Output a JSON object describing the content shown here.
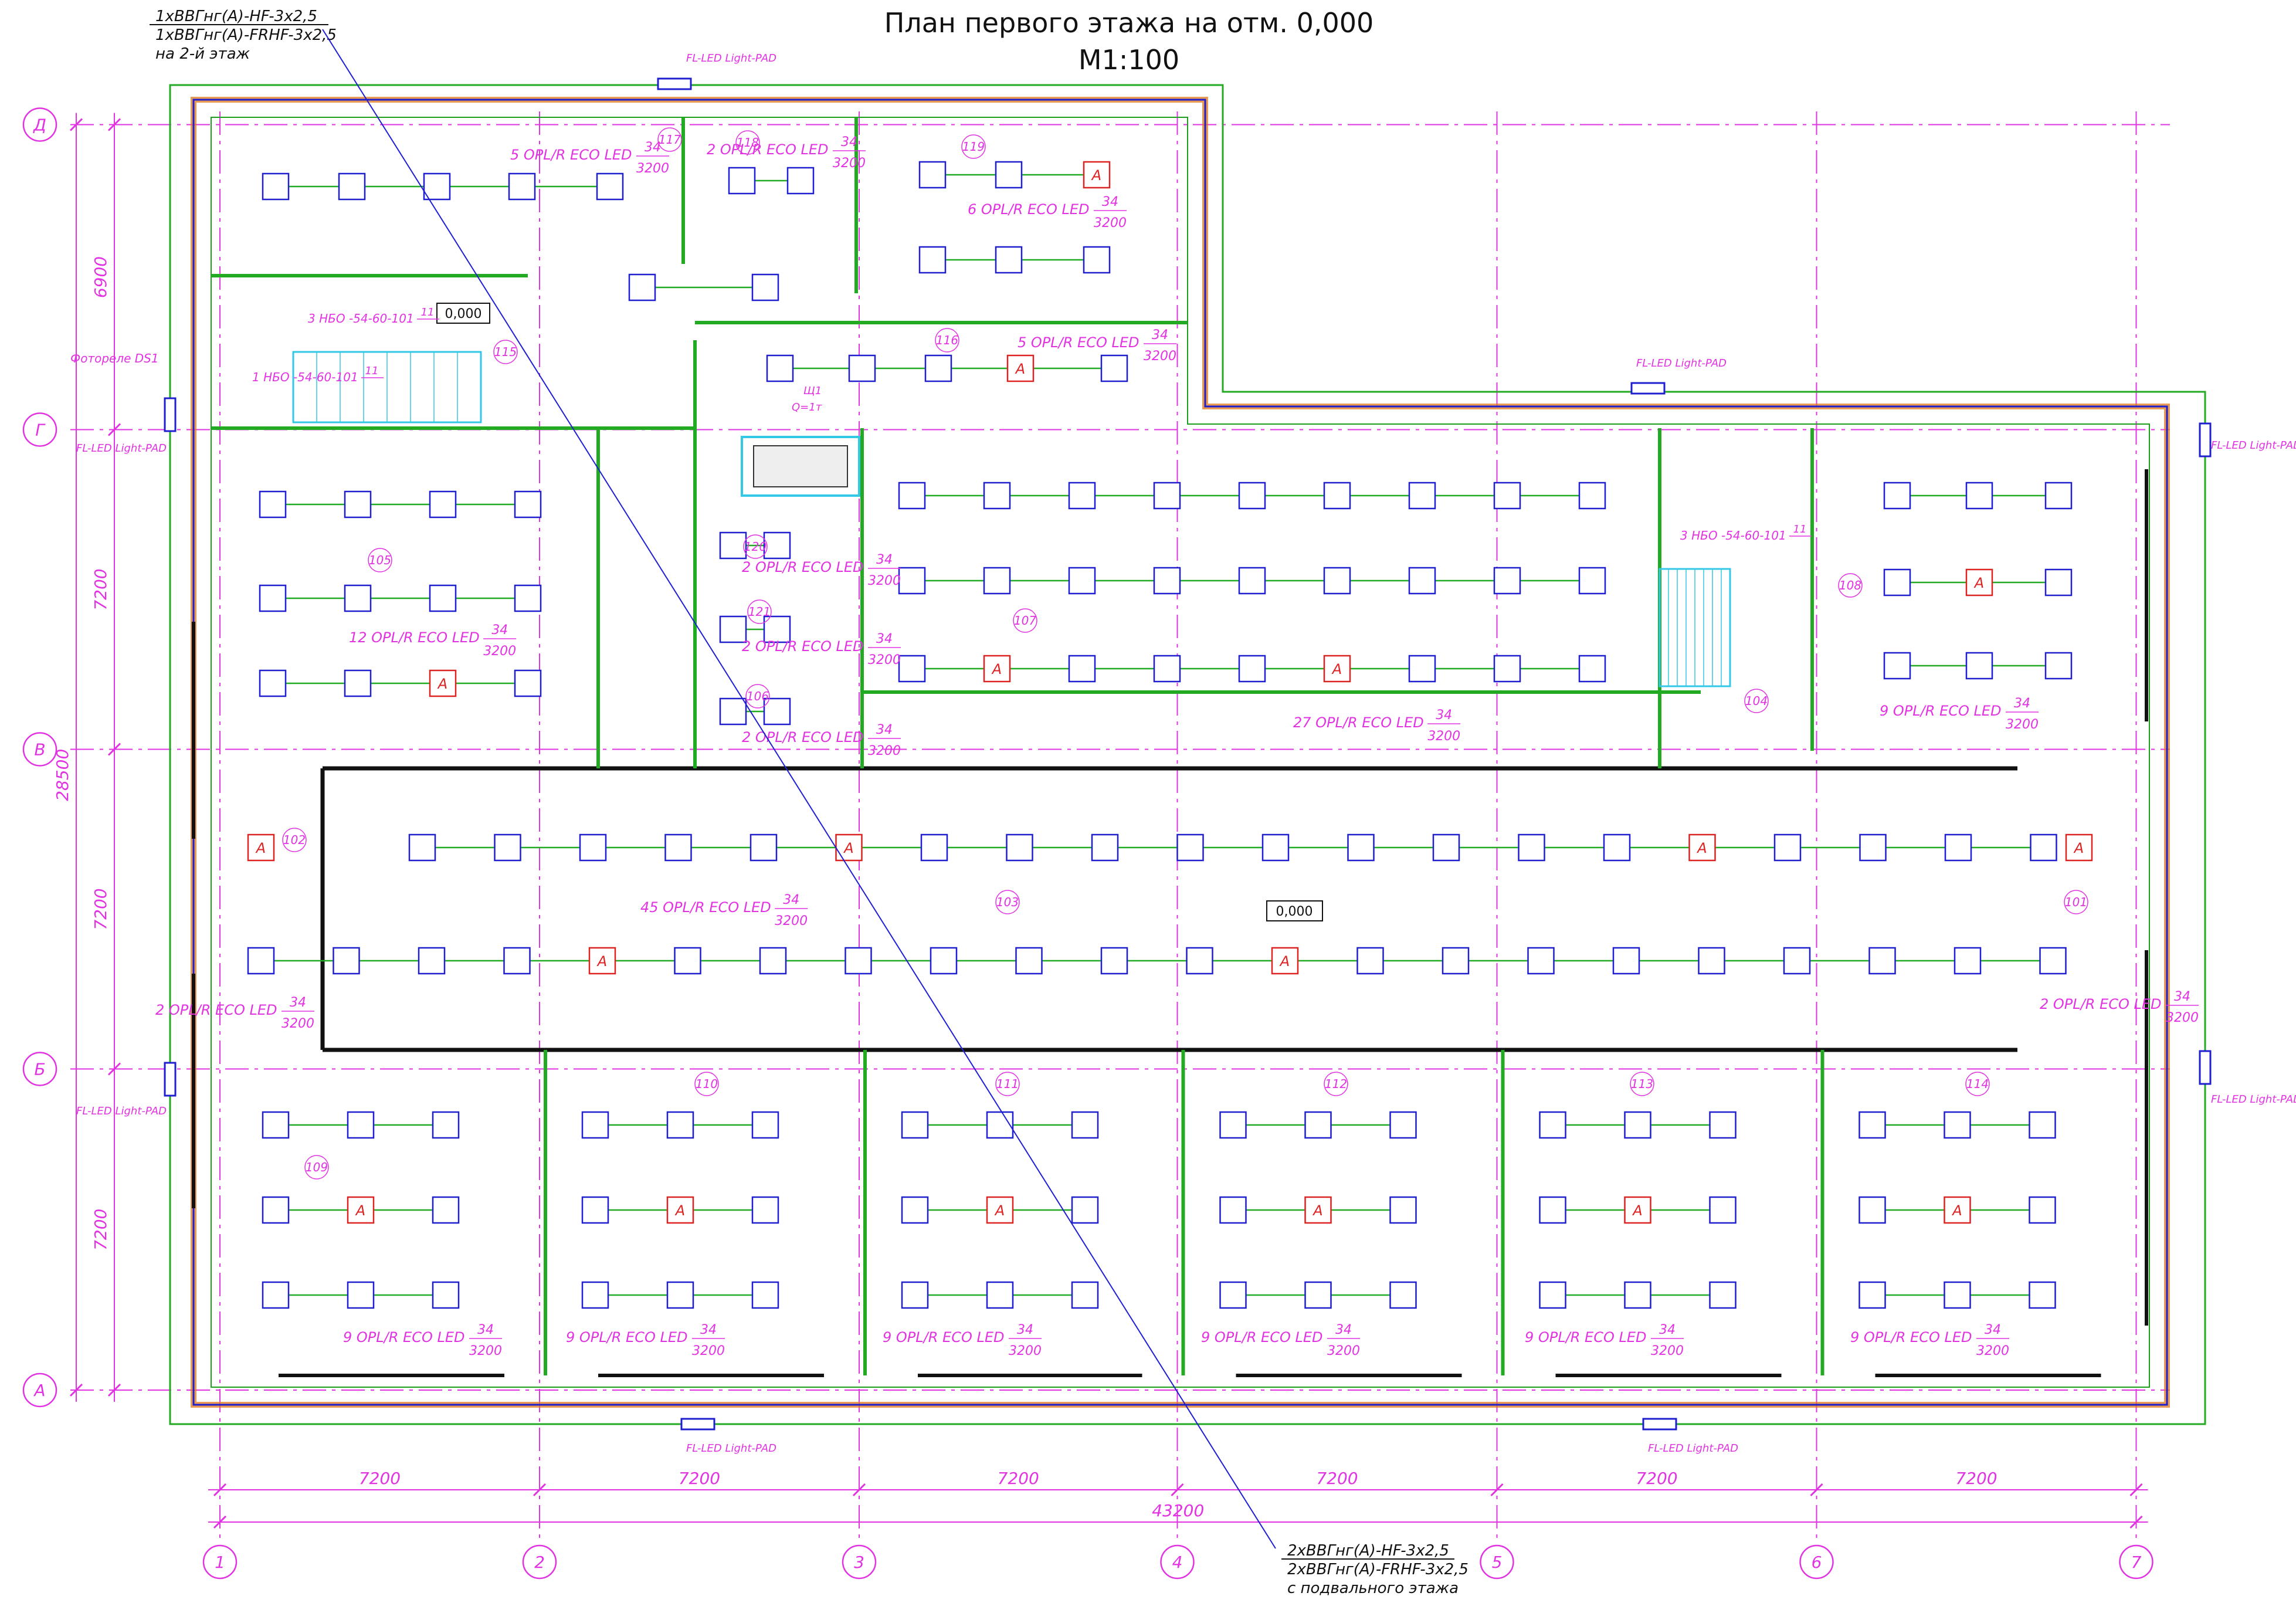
{
  "title": "План первого этажа на отм. 0,000",
  "scale": "М1:100",
  "cable_top": {
    "line1": "1хВВГнг(А)-HF-3х2,5",
    "line2": "1хВВГнг(А)-FRHF-3х2,5",
    "line3": "на 2-й этаж"
  },
  "cable_bottom": {
    "line1": "2хВВГнг(А)-HF-3х2,5",
    "line2": "2хВВГнг(А)-FRHF-3х2,5",
    "line3": "с подвального этажа"
  },
  "photorelay": "Фотореле DS1",
  "elevation": "0,000",
  "outdoor_light": "FL-LED Light-PAD",
  "panel": {
    "name": "Щ1",
    "sub": "Q=1т"
  },
  "axes_letters": [
    "Д",
    "Г",
    "В",
    "Б",
    "А"
  ],
  "axes_numbers": [
    "1",
    "2",
    "3",
    "4",
    "5",
    "6",
    "7"
  ],
  "dims_bottom": [
    "7200",
    "7200",
    "7200",
    "7200",
    "7200",
    "7200"
  ],
  "dim_total_bottom": "43200",
  "dims_left": [
    "6900",
    "7200",
    "7200",
    "7200"
  ],
  "dim_total_left": "28500",
  "rooms": [
    "117",
    "118",
    "119",
    "115",
    "116",
    "105",
    "120",
    "121",
    "106",
    "107",
    "104",
    "108",
    "102",
    "103",
    "101",
    "109",
    "110",
    "111",
    "112",
    "113",
    "114"
  ],
  "fixture_groups": [
    {
      "text": "5 OPL/R ECO LED",
      "num": "34",
      "den": "3200"
    },
    {
      "text": "2 OPL/R ECO LED",
      "num": "34",
      "den": "3200"
    },
    {
      "text": "6 OPL/R ECO LED",
      "num": "34",
      "den": "3200"
    },
    {
      "text": "5 OPL/R ECO LED",
      "num": "34",
      "den": "3200"
    },
    {
      "text": "12 OPL/R ECO LED",
      "num": "34",
      "den": "3200"
    },
    {
      "text": "2 OPL/R ECO LED",
      "num": "34",
      "den": "3200"
    },
    {
      "text": "2 OPL/R ECO LED",
      "num": "34",
      "den": "3200"
    },
    {
      "text": "2 OPL/R ECO LED",
      "num": "34",
      "den": "3200"
    },
    {
      "text": "27 OPL/R ECO LED",
      "num": "34",
      "den": "3200"
    },
    {
      "text": "9 OPL/R ECO LED",
      "num": "34",
      "den": "3200"
    },
    {
      "text": "45 OPL/R ECO LED",
      "num": "34",
      "den": "3200"
    },
    {
      "text": "2 OPL/R ECO LED",
      "num": "34",
      "den": "3200"
    },
    {
      "text": "2 OPL/R ECO LED",
      "num": "34",
      "den": "3200"
    },
    {
      "text": "9 OPL/R ECO LED",
      "num": "34",
      "den": "3200"
    },
    {
      "text": "9 OPL/R ECO LED",
      "num": "34",
      "den": "3200"
    },
    {
      "text": "9 OPL/R ECO LED",
      "num": "34",
      "den": "3200"
    },
    {
      "text": "9 OPL/R ECO LED",
      "num": "34",
      "den": "3200"
    },
    {
      "text": "9 OPL/R ECO LED",
      "num": "34",
      "den": "3200"
    },
    {
      "text": "9 OPL/R ECO LED",
      "num": "34",
      "den": "3200"
    }
  ],
  "stair_fixtures": [
    {
      "text": "3 НБО -54-60-101",
      "num": "11"
    },
    {
      "text": "1 НБО -54-60-101",
      "num": "11"
    },
    {
      "text": "3 НБО -54-60-101",
      "num": "11"
    }
  ],
  "emergency_mark": "А",
  "colors": {
    "magenta": "#e233e2",
    "blue": "#1f1fd0",
    "green": "#22aa22",
    "red": "#dd2222",
    "orange": "#e07a1e",
    "cyan": "#33c9e6"
  }
}
